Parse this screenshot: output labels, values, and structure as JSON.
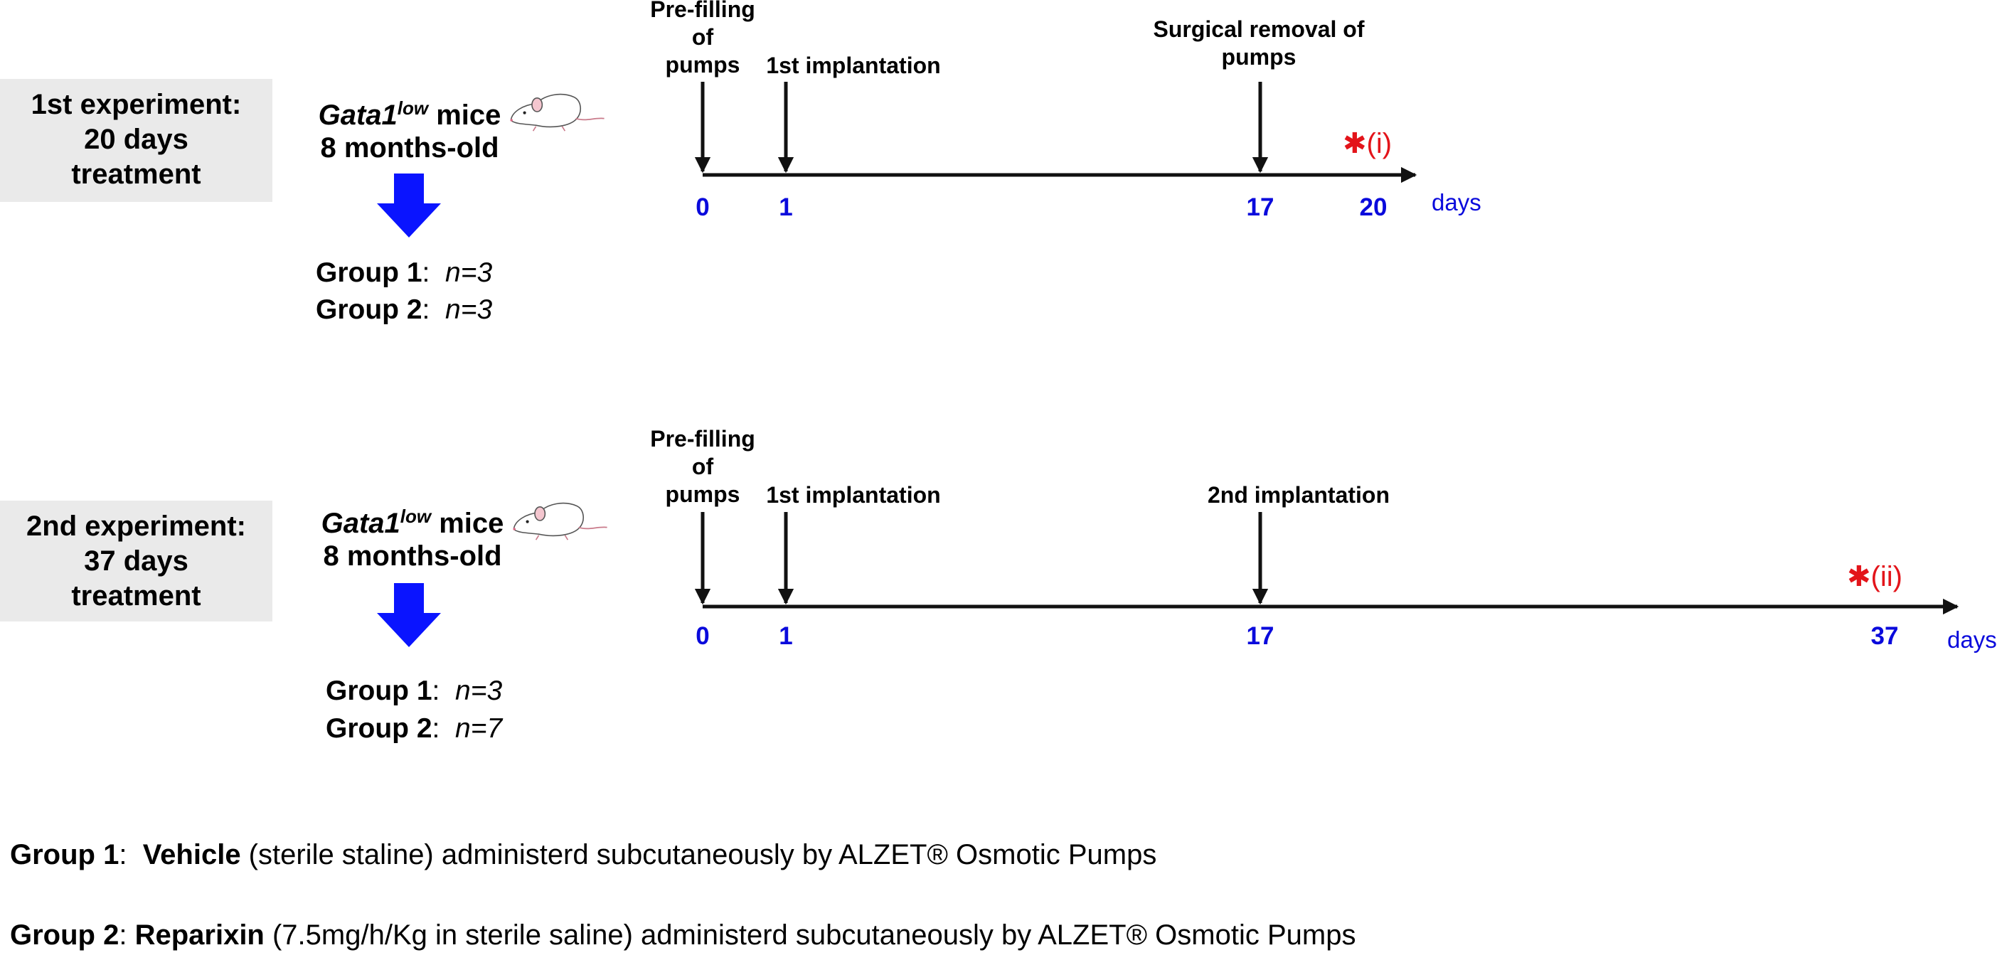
{
  "colors": {
    "axis": "#111111",
    "tick_labels": "#0a0adc",
    "endpoint_marker": "#e3141a",
    "group_arrow": "#0a14ff",
    "label_box": "#eaeaea"
  },
  "experiments": [
    {
      "label_lines": [
        "1st experiment:",
        "20 days",
        "treatment"
      ],
      "mice": {
        "gene": "Gata1",
        "allele": "low",
        "suffix": " mice",
        "age": "8 months-old",
        "icon": "mouse-icon"
      },
      "groups": [
        {
          "name": "Group 1",
          "sep": ":  ",
          "n": "n=3"
        },
        {
          "name": "Group 2",
          "sep": ":  ",
          "n": "n=3"
        }
      ],
      "timeline": {
        "ticks": [
          "0",
          "1",
          "17",
          "20"
        ],
        "unit": "days",
        "events": [
          {
            "label_lines": [
              "Pre-filling",
              "of",
              "pumps"
            ],
            "day": "0"
          },
          {
            "label_lines": [
              "1st implantation"
            ],
            "day": "1"
          },
          {
            "label_lines": [
              "Surgical removal of",
              "pumps"
            ],
            "day": "17"
          }
        ],
        "endpoint": {
          "symbol": "✱",
          "label": "(i)"
        }
      }
    },
    {
      "label_lines": [
        "2nd experiment:",
        "37 days",
        "treatment"
      ],
      "mice": {
        "gene": "Gata1",
        "allele": "low",
        "suffix": " mice",
        "age": "8 months-old",
        "icon": "mouse-icon"
      },
      "groups": [
        {
          "name": "Group 1",
          "sep": ":  ",
          "n": "n=3"
        },
        {
          "name": "Group 2",
          "sep": ":  ",
          "n": "n=7"
        }
      ],
      "timeline": {
        "ticks": [
          "0",
          "1",
          "17",
          "37"
        ],
        "unit": "days",
        "events": [
          {
            "label_lines": [
              "Pre-filling",
              "of",
              "pumps"
            ],
            "day": "0"
          },
          {
            "label_lines": [
              "1st implantation"
            ],
            "day": "1"
          },
          {
            "label_lines": [
              "2nd implantation"
            ],
            "day": "17"
          }
        ],
        "endpoint": {
          "symbol": "✱",
          "label": "(ii)"
        }
      }
    }
  ],
  "legend": [
    {
      "group": "Group 1",
      "sep": ":  ",
      "agent": "Vehicle",
      "rest": " (sterile staline) administerd subcutaneously by ALZET® Osmotic Pumps"
    },
    {
      "group": "Group 2",
      "sep": ": ",
      "agent": "Reparixin",
      "rest": " (7.5mg/h/Kg in sterile saline) administerd subcutaneously by ALZET® Osmotic Pumps"
    }
  ]
}
